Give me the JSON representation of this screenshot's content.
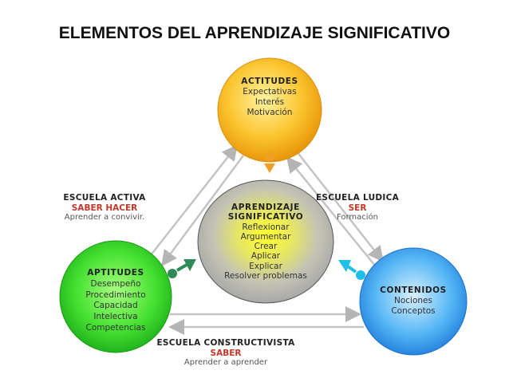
{
  "title": "ELEMENTOS DEL APRENDIZAJE SIGNIFICATIVO",
  "nodes": {
    "actitudes": {
      "heading": "ACTITUDES",
      "items": [
        "Expectativas",
        "Interés",
        "Motivación"
      ],
      "color": "#f5b81c"
    },
    "center": {
      "heading1": "APRENDIZAJE",
      "heading2": "SIGNIFICATIVO",
      "items": [
        "Reflexionar",
        "Argumentar",
        "Crear",
        "Aplicar",
        "Explicar",
        "Resolver problemas"
      ],
      "color": "#b9b9b9"
    },
    "aptitudes": {
      "heading": "APTITUDES",
      "items": [
        "Desempeño",
        "Procedimiento",
        "Capacidad",
        "Intelectiva",
        "Competencias"
      ],
      "color": "#3ddc2a"
    },
    "contenidos": {
      "heading": "CONTENIDOS",
      "items": [
        "Nociones",
        "Conceptos"
      ],
      "color": "#3ea3f0"
    }
  },
  "schools": {
    "activa": {
      "name": "ESCUELA ACTIVA",
      "saber": "SABER HACER",
      "desc": "Aprender a convivir."
    },
    "ludica": {
      "name": "ESCUELA LUDICA",
      "saber": "SER",
      "desc": "Formación"
    },
    "constructivista": {
      "name": "ESCUELA CONSTRUCTIVISTA",
      "saber": "SABER",
      "desc": "Aprender a aprender"
    }
  }
}
